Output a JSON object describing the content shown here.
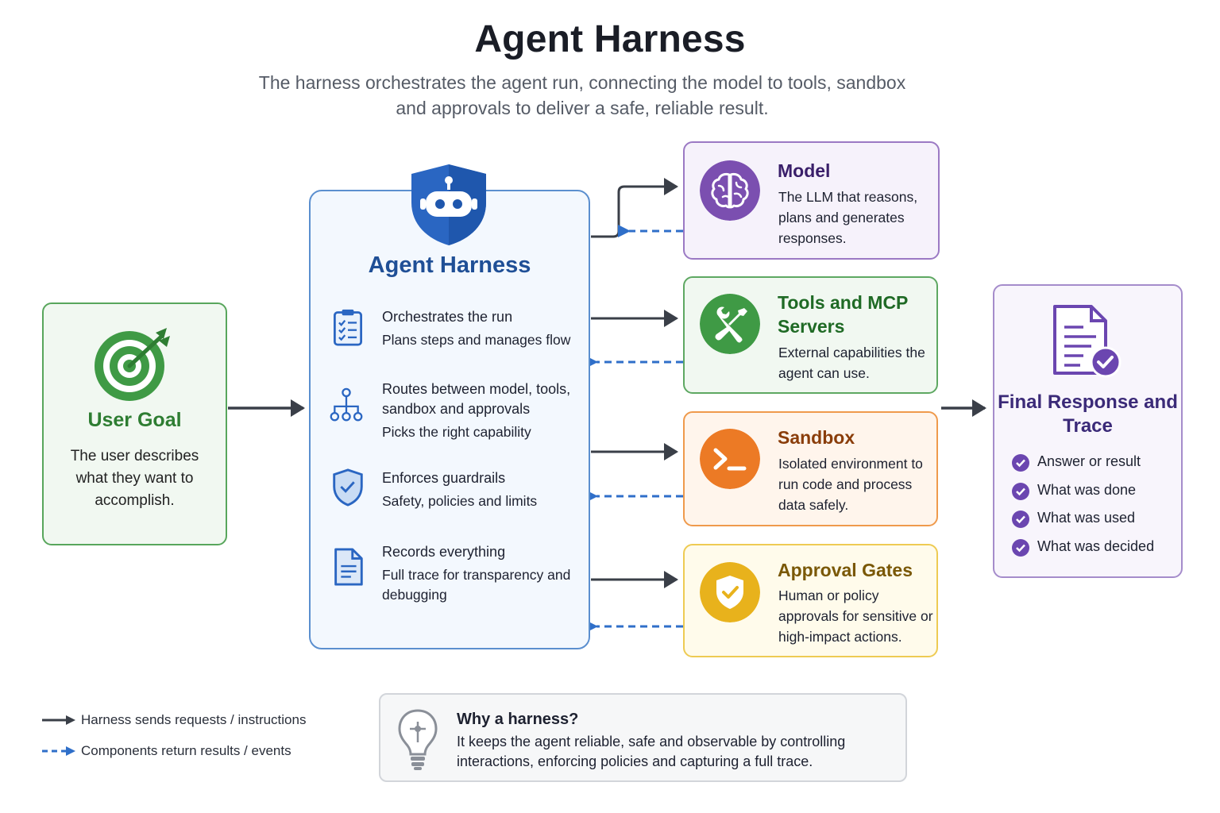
{
  "header": {
    "title": "Agent Harness",
    "subtitle": "The harness orchestrates the agent run, connecting the model to tools, sandbox and approvals to deliver a safe, reliable result."
  },
  "user_goal": {
    "title": "User Goal",
    "description": "The user describes what they want to accomplish.",
    "icon": "target-icon",
    "color": "#2e7d32"
  },
  "harness": {
    "title": "Agent Harness",
    "icon": "robot-shield-icon",
    "color": "#1f4f96",
    "items": [
      {
        "heading": "Orchestrates the run",
        "detail": "Plans steps and manages flow",
        "icon": "checklist-icon"
      },
      {
        "heading": "Routes between model, tools, sandbox and approvals",
        "detail": "Picks the right capability",
        "icon": "hierarchy-icon"
      },
      {
        "heading": "Enforces guardrails",
        "detail": "Safety, policies and limits",
        "icon": "shield-check-icon"
      },
      {
        "heading": "Records everything",
        "detail": "Full trace for transparency and debugging",
        "icon": "document-icon"
      }
    ]
  },
  "components": [
    {
      "title": "Model",
      "description": "The LLM that reasons, plans and generates responses.",
      "icon": "brain-icon",
      "color": "#7b4fb0"
    },
    {
      "title": "Tools and MCP Servers",
      "description": "External capabilities the agent can use.",
      "icon": "wrench-screwdriver-icon",
      "color": "#3f9a45"
    },
    {
      "title": "Sandbox",
      "description": "Isolated environment to run code and process data safely.",
      "icon": "terminal-icon",
      "color": "#ec7a25"
    },
    {
      "title": "Approval Gates",
      "description": "Human or policy approvals for sensitive or high-impact actions.",
      "icon": "shield-check-icon",
      "color": "#e8b21c"
    }
  ],
  "final": {
    "title": "Final Response and Trace",
    "icon": "document-check-icon",
    "color": "#6b46b0",
    "items": [
      "Answer or result",
      "What was done",
      "What was used",
      "What was decided"
    ]
  },
  "legend": {
    "solid": "Harness sends requests / instructions",
    "dashed": "Components return results / events",
    "solid_color": "#3a3f48",
    "dashed_color": "#2f6fc9"
  },
  "why": {
    "title": "Why a harness?",
    "description": "It keeps the agent reliable, safe and observable by controlling interactions, enforcing policies and capturing a full trace.",
    "icon": "lightbulb-icon"
  }
}
